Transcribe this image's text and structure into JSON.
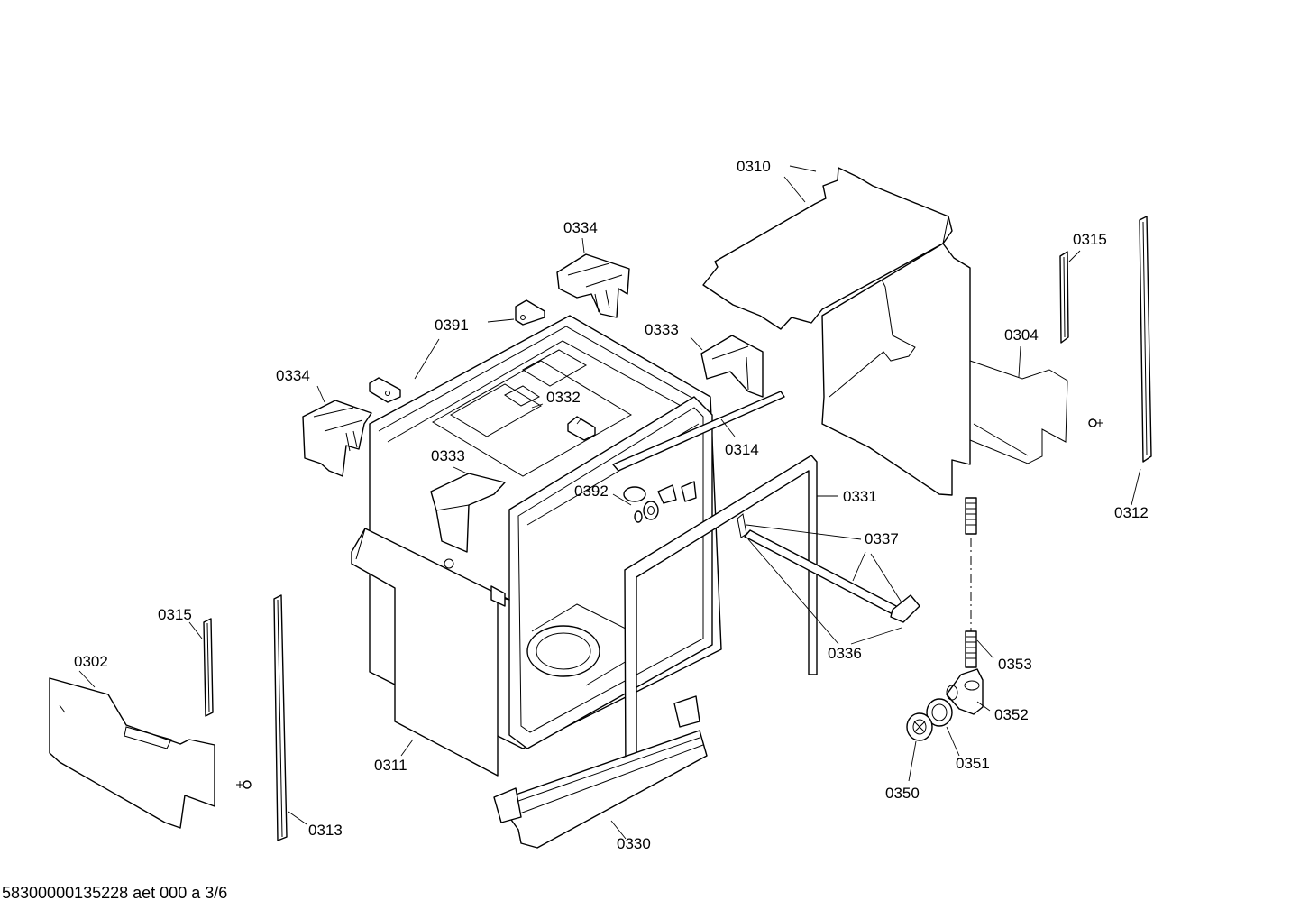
{
  "drawing": {
    "labels": {
      "p0310": "0310",
      "p0334a": "0334",
      "p0315a": "0315",
      "p0333a": "0333",
      "p0391": "0391",
      "p0304": "0304",
      "p0334b": "0334",
      "p0332": "0332",
      "p0314": "0314",
      "p0333b": "0333",
      "p0392": "0392",
      "p0331": "0331",
      "p0312": "0312",
      "p0337": "0337",
      "p0315b": "0315",
      "p0336": "0336",
      "p0302": "0302",
      "p0353": "0353",
      "p0352": "0352",
      "p0351": "0351",
      "p0311": "0311",
      "p0350": "0350",
      "p0313": "0313",
      "p0330": "0330"
    },
    "footer_code": "58300000135228 aet 000 a 3/6"
  }
}
